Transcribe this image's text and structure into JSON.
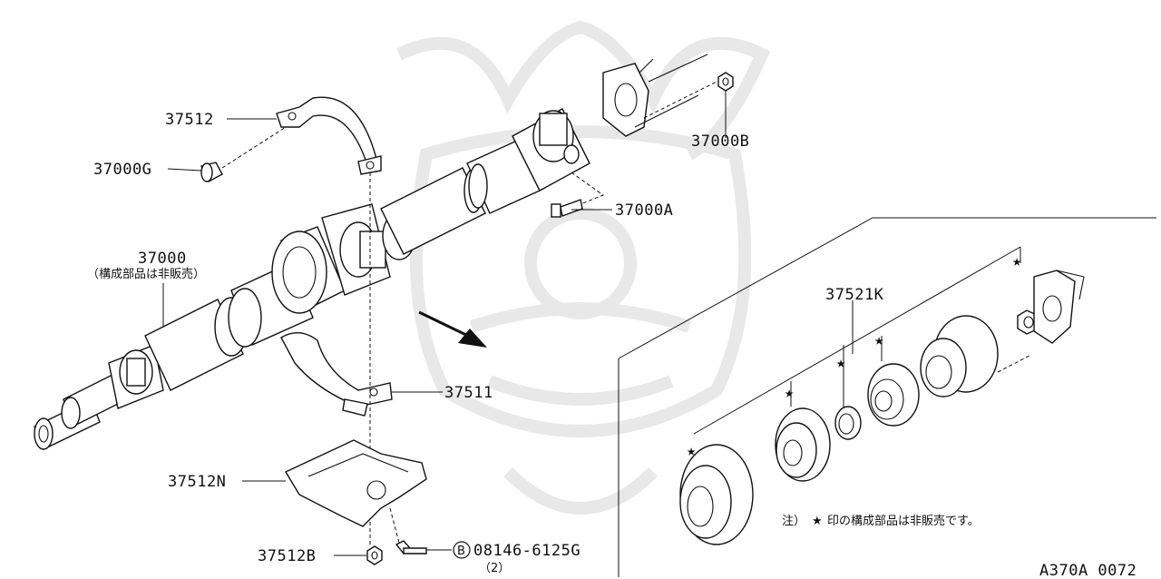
{
  "labels": {
    "p37512": "37512",
    "p37000G": "37000G",
    "p37000": "37000",
    "p37000_note": "（構成部品は非販売）",
    "p37000B": "37000B",
    "p37000A": "37000A",
    "p37511": "37511",
    "p37512N": "37512N",
    "p37512B": "37512B",
    "bolt_marker": "B",
    "p08146": "08146-6125G",
    "p08146_qty": "（2）",
    "p37521K": "37521K"
  },
  "note": {
    "prefix": "注）",
    "star": "★",
    "text": "印の構成部品は非販売です。"
  },
  "star_glyph": "★",
  "diagram_code": "A370A 0072",
  "colors": {
    "ink": "#111111",
    "watermark": "#e6e6e6"
  }
}
